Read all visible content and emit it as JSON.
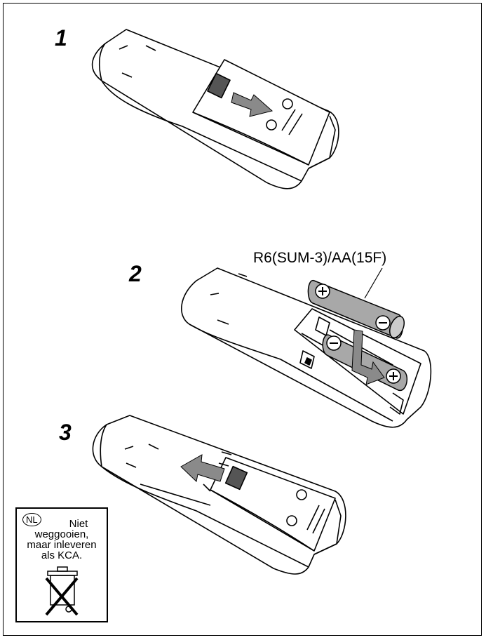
{
  "steps": [
    "1",
    "2",
    "3"
  ],
  "battery": {
    "label": "R6(SUM-3)/AA(15F)",
    "plus_symbol": "+",
    "minus_symbol": "−"
  },
  "nl_notice": {
    "badge": "NL",
    "line1": "Niet",
    "line2": "weggooien,",
    "line3": "maar inleveren",
    "line4": "als KCA."
  },
  "icons": [
    "slide-arrow-icon",
    "insert-arrow-icon",
    "crossed-out-bin-icon"
  ],
  "colors": {
    "outline": "#000000",
    "battery_fill": "#a8a8a8",
    "arrow_fill": "#8a8a8a"
  }
}
